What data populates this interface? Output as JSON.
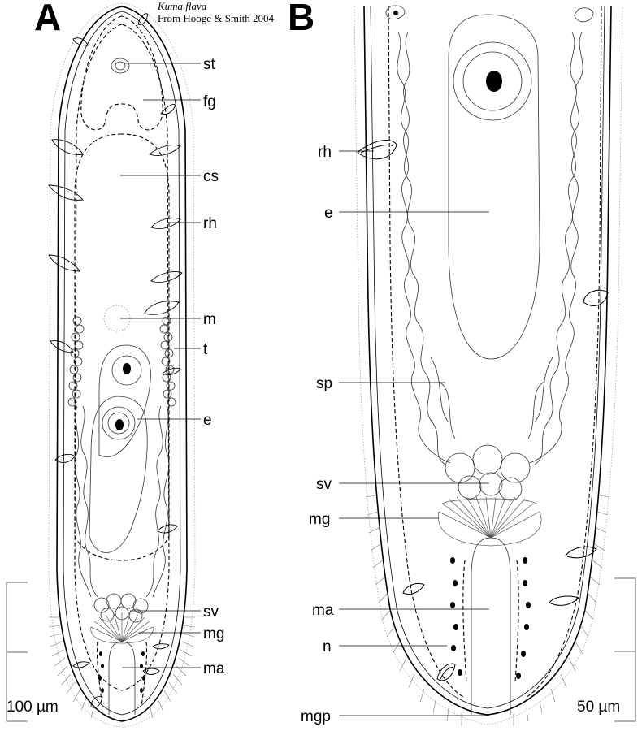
{
  "panels": {
    "a": "A",
    "b": "B"
  },
  "credit": {
    "species": "Kuma flava",
    "source": "From Hooge & Smith 2004"
  },
  "labels_a": [
    "st",
    "fg",
    "cs",
    "rh",
    "m",
    "t",
    "e",
    "sv",
    "mg",
    "ma"
  ],
  "labels_b": [
    "rh",
    "e",
    "sp",
    "sv",
    "mg",
    "ma",
    "n",
    "mgp"
  ],
  "scale_a": "100 µm",
  "scale_b": "50 µm"
}
